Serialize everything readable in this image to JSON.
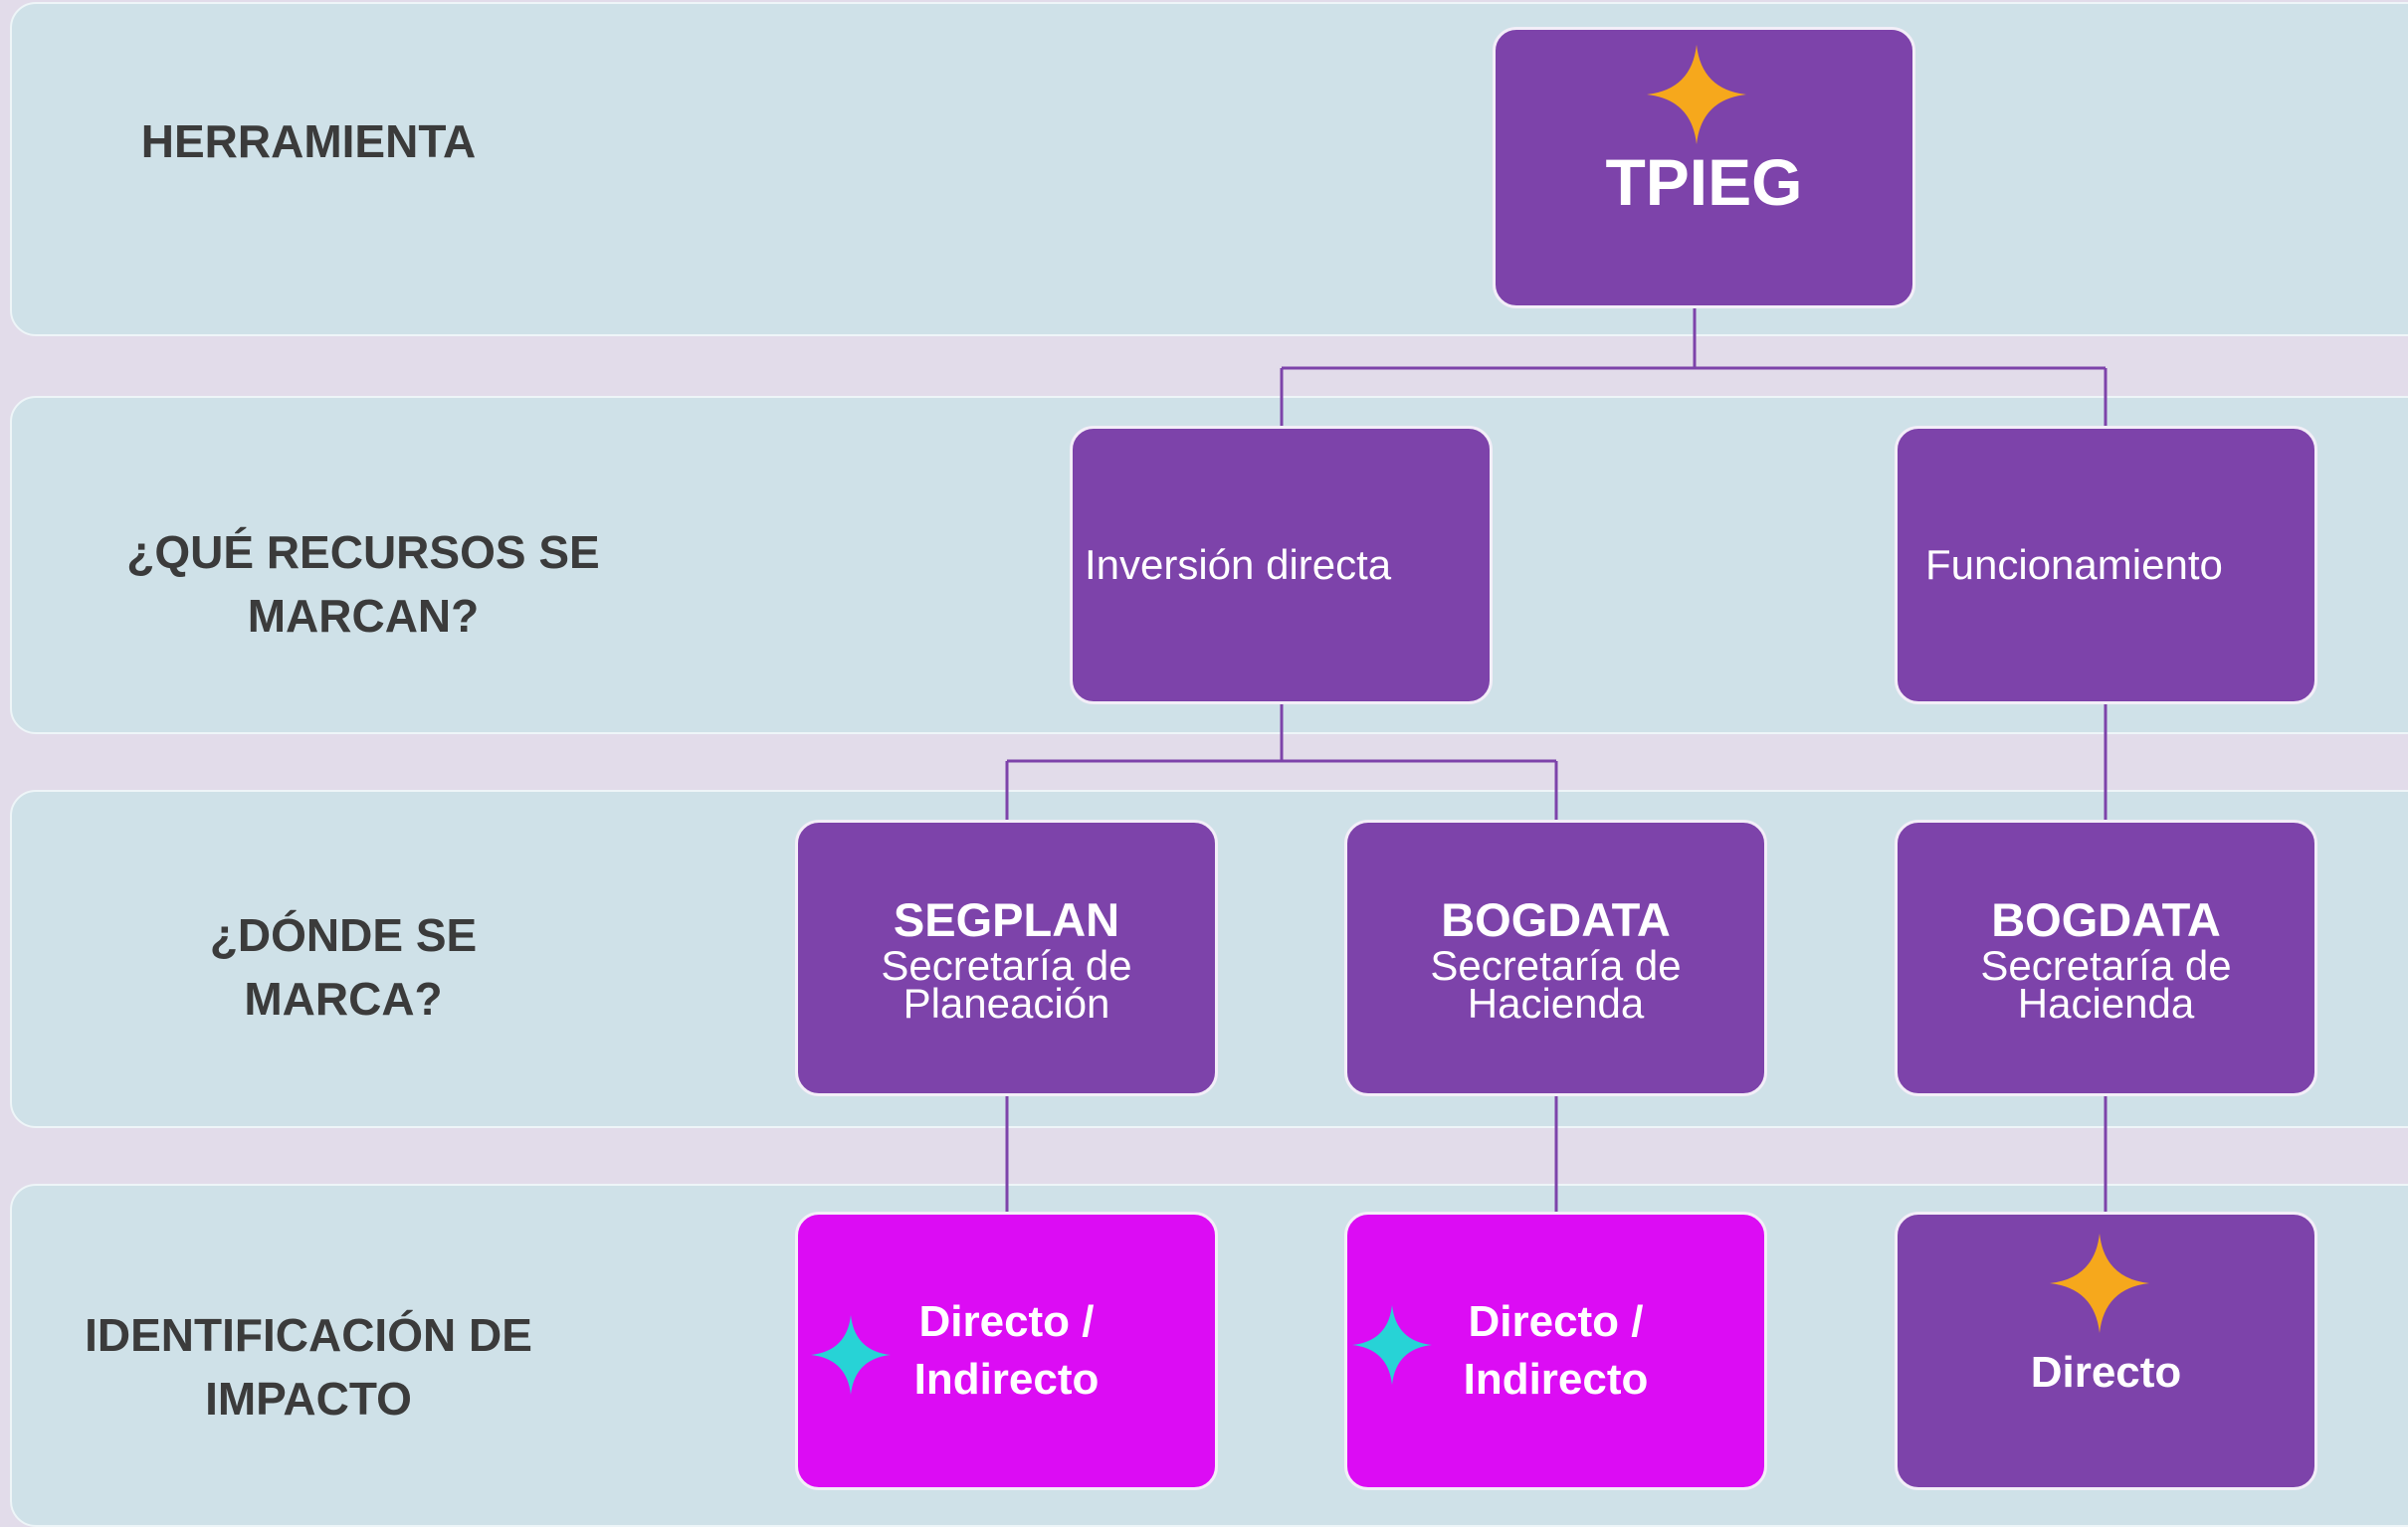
{
  "rows": {
    "herramienta": "HERRAMIENTA",
    "recursos": "¿QUÉ RECURSOS SE\nMARCAN?",
    "donde": "¿DÓNDE SE\nMARCA?",
    "impacto": "IDENTIFICACIÓN DE\nIMPACTO"
  },
  "nodes": {
    "root": "TPIEG",
    "inversion": "Inversión directa",
    "funcionamiento": "Funcionamiento",
    "segplan": {
      "title": "SEGPLAN",
      "sub": "Secretaría de\nPlaneación"
    },
    "bogdata1": {
      "title": "BOGDATA",
      "sub": "Secretaría de\nHacienda"
    },
    "bogdata2": {
      "title": "BOGDATA",
      "sub": "Secretaría de\nHacienda"
    },
    "impacto1": "Directo /\nIndirecto",
    "impacto2": "Directo /\nIndirecto",
    "impacto3": "Directo"
  },
  "colors": {
    "band": "#cfe1e8",
    "background": "#e2dcea",
    "node_purple": "#7d43aa",
    "node_magenta": "#dc0cf4",
    "connector": "#7d43aa",
    "star_orange": "#f6a81c",
    "star_cyan": "#27d3d6"
  },
  "icons": [
    "orange-sparkle-icon",
    "cyan-sparkle-icon"
  ]
}
